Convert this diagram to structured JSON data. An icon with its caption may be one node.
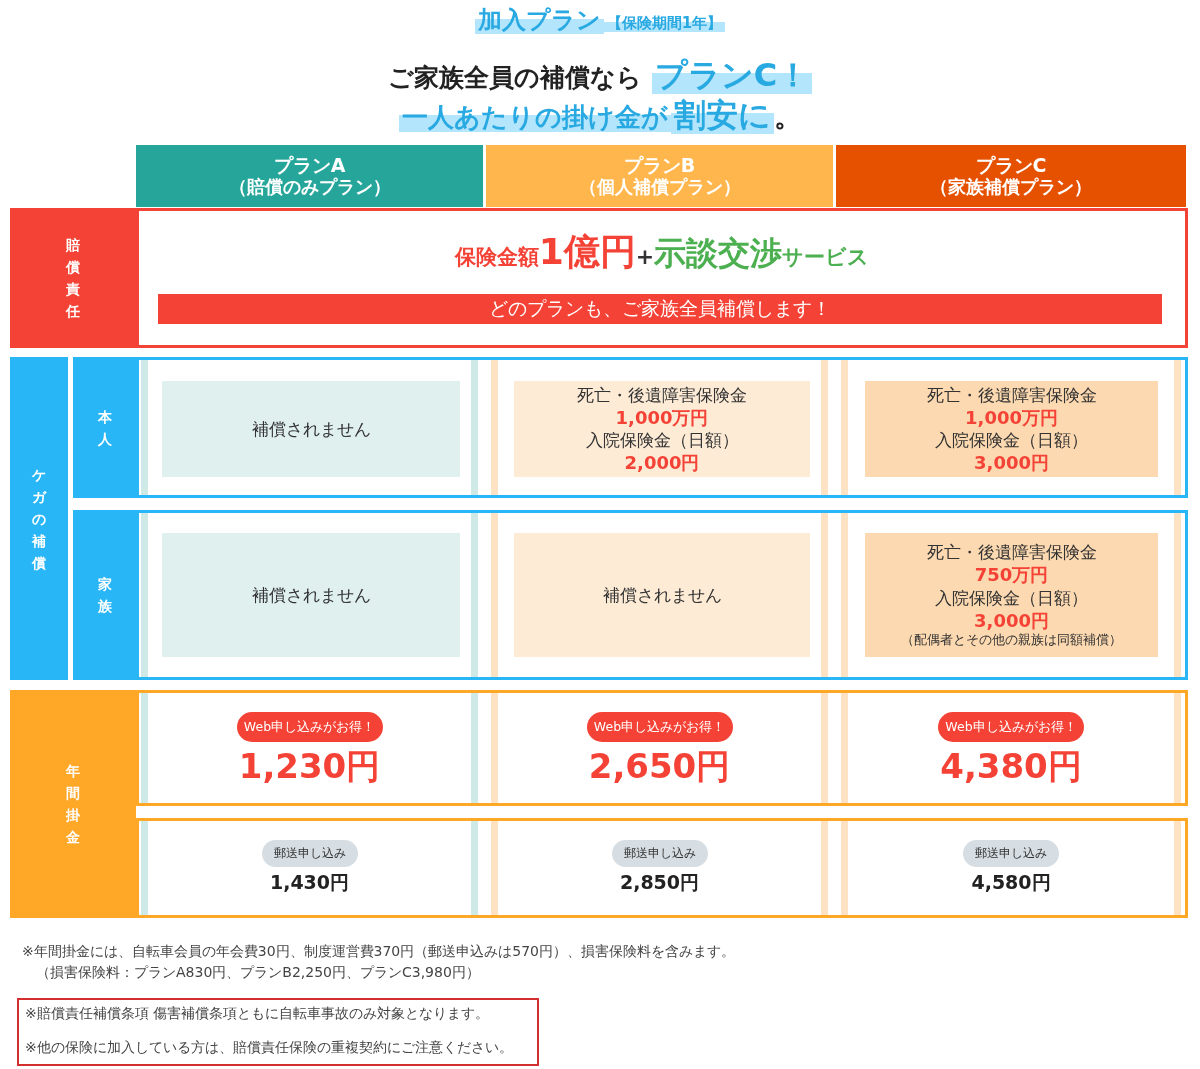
{
  "diagram": {
    "title": "加入プラン",
    "labels": [
      "【保険期間1年】",
      "ご家族全員の補償なら",
      "プランC！",
      "一人あたりの掛け金が",
      "割安に",
      "。",
      "プランA",
      "（賠償のみプラン）",
      "プランB",
      "（個人補償プラン）",
      "プランC",
      "（家族補償プラン）",
      "賠償責任",
      "保険金額",
      "1億円",
      "+",
      "示談交渉",
      "サービス",
      "どのプランも、ご家族全員補償します！",
      "ケガの補償",
      "本人",
      "補償されません",
      "死亡・後遺障害保険金",
      "1,000万円",
      "入院保険金（日額）",
      "2,000円",
      "死亡・後遺障害保険金",
      "1,000万円",
      "入院保険金（日額）",
      "3,000円",
      "家族",
      "補償されません",
      "補償されません",
      "死亡・後遺障害保険金",
      "750万円",
      "入院保険金（日額）",
      "3,000円",
      "（配偶者とその他の親族は同額補償）",
      "年間掛金",
      "Web申し込みがお得！",
      "1,230円",
      "Web申し込みがお得！",
      "2,650円",
      "Web申し込みがお得！",
      "4,380円",
      "郵送申し込み",
      "1,430円",
      "郵送申し込み",
      "2,850円",
      "郵送申し込み",
      "4,580円",
      "※年間掛金には、自転車会員の年会費30円、制度運営費370円（郵送申込みは570円）、損害保険料を含みます。",
      "（損害保険料：プランA830円、プランB2,250円、プランC3,980円）",
      "※賠償責任補償条項 傷害補償条項ともに自転車事故のみ対象となります。",
      "※他の保険に加入している方は、賠償責任保険の重複契約にご注意ください。"
    ]
  }
}
